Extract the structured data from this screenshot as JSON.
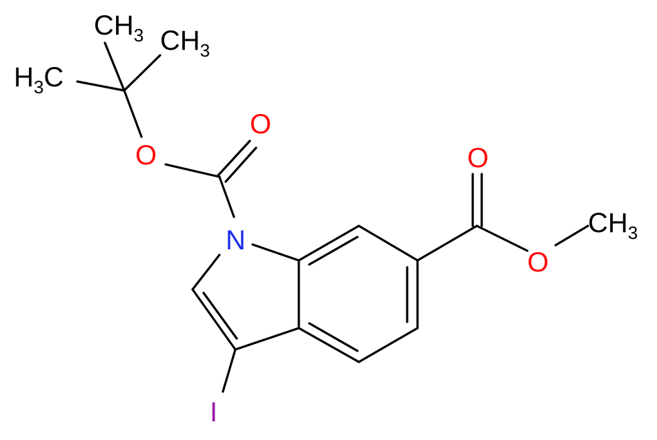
{
  "colors": {
    "bond": "#000000",
    "carbon_label": "#000000",
    "oxygen": "#ff0d0d",
    "nitrogen": "#1f2ee6",
    "iodine": "#9a1ba8",
    "background": "#ffffff"
  },
  "atoms": {
    "ch3_top": {
      "main": "CH",
      "sub": "3"
    },
    "ch3_right_top": {
      "main": "CH",
      "sub": "3"
    },
    "h3c_left": {
      "h": "H",
      "sub": "3",
      "c": "C"
    },
    "o_carbonyl_boc": "O",
    "o_ester_boc": "O",
    "nitrogen": "N",
    "o_carbonyl_ester": "O",
    "o_ester_methyl": "O",
    "ch3_methyl": {
      "main": "CH",
      "sub": "3"
    },
    "iodine": "I"
  }
}
